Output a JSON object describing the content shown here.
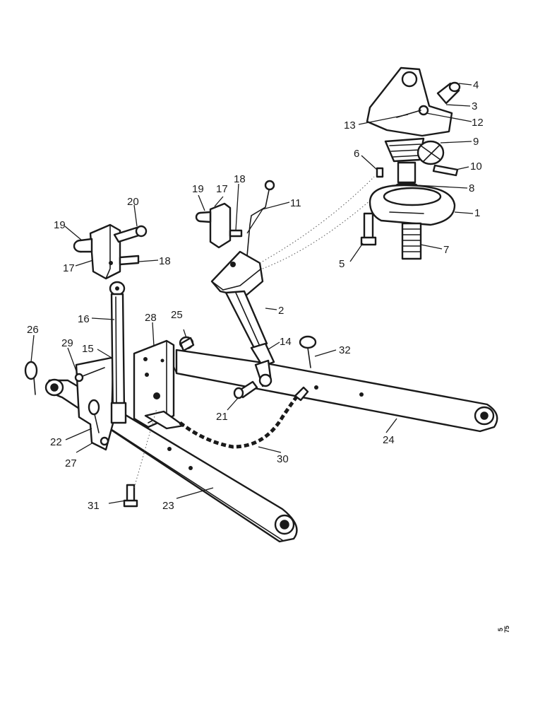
{
  "diagram": {
    "callouts": [
      {
        "id": "c1",
        "text": "1"
      },
      {
        "id": "c2",
        "text": "2"
      },
      {
        "id": "c3",
        "text": "3"
      },
      {
        "id": "c4",
        "text": "4"
      },
      {
        "id": "c5",
        "text": "5"
      },
      {
        "id": "c6",
        "text": "6"
      },
      {
        "id": "c7",
        "text": "7"
      },
      {
        "id": "c8",
        "text": "8"
      },
      {
        "id": "c9",
        "text": "9"
      },
      {
        "id": "c10",
        "text": "10"
      },
      {
        "id": "c11",
        "text": "11"
      },
      {
        "id": "c12",
        "text": "12"
      },
      {
        "id": "c13",
        "text": "13"
      },
      {
        "id": "c14",
        "text": "14"
      },
      {
        "id": "c15",
        "text": "15"
      },
      {
        "id": "c16",
        "text": "16"
      },
      {
        "id": "c17a",
        "text": "17"
      },
      {
        "id": "c17b",
        "text": "17"
      },
      {
        "id": "c18a",
        "text": "18"
      },
      {
        "id": "c18b",
        "text": "18"
      },
      {
        "id": "c19a",
        "text": "19"
      },
      {
        "id": "c19b",
        "text": "19"
      },
      {
        "id": "c20",
        "text": "20"
      },
      {
        "id": "c21",
        "text": "21"
      },
      {
        "id": "c22",
        "text": "22"
      },
      {
        "id": "c23",
        "text": "23"
      },
      {
        "id": "c24",
        "text": "24"
      },
      {
        "id": "c25",
        "text": "25"
      },
      {
        "id": "c26",
        "text": "26"
      },
      {
        "id": "c27",
        "text": "27"
      },
      {
        "id": "c28",
        "text": "28"
      },
      {
        "id": "c29",
        "text": "29"
      },
      {
        "id": "c30",
        "text": "30"
      },
      {
        "id": "c31",
        "text": "31"
      },
      {
        "id": "c32",
        "text": "32"
      }
    ],
    "reference_code": [
      "5",
      "75"
    ]
  }
}
